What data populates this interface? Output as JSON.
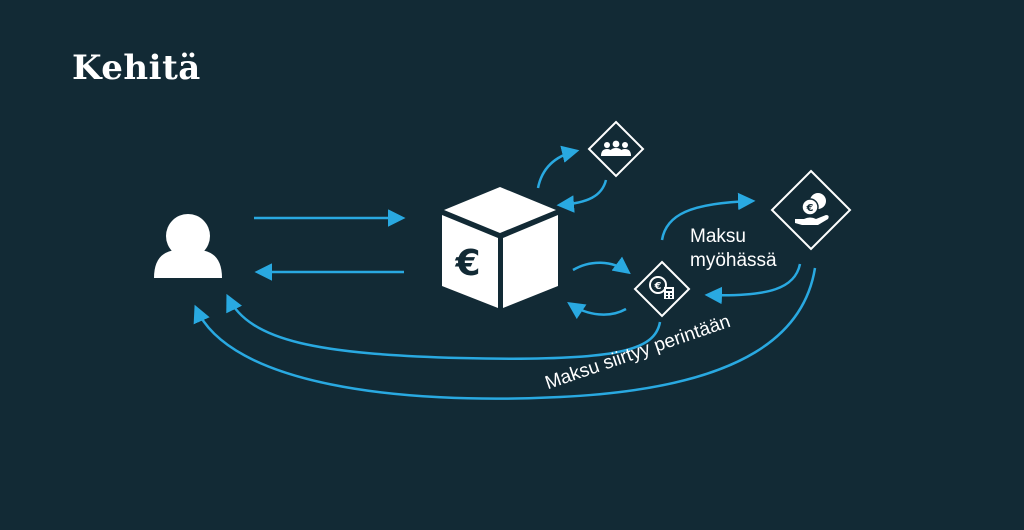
{
  "title": "Kehitä",
  "labels": {
    "late_payment": [
      "Maksu",
      "myöhässä"
    ],
    "to_collection": "Maksu siirtyy perintään"
  },
  "icons": {
    "user": "user-icon",
    "box": "euro-box-icon",
    "group": "group-icon",
    "calculator": "euro-calculator-icon",
    "hand_coins": "hand-coins-icon"
  },
  "colors": {
    "background": "#122a35",
    "arrow": "#29a9e1",
    "icon": "#ffffff"
  }
}
